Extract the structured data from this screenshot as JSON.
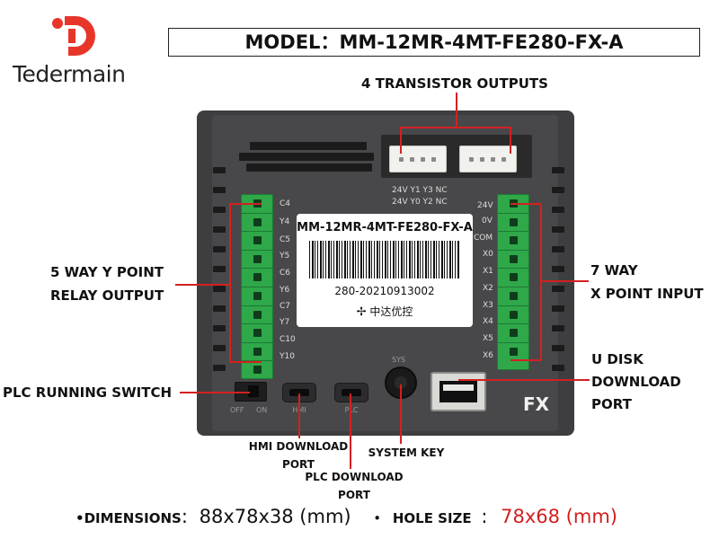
{
  "brand": {
    "name": "Tedermain",
    "color": "#e8352a"
  },
  "model_label": "MODEL：MM-12MR-4MT-FE280-FX-A",
  "callouts": {
    "transistor": "4 TRANSISTOR OUTPUTS",
    "y_relay_1": "5 WAY Y POINT",
    "y_relay_2": "RELAY OUTPUT",
    "x_input_1": "7 WAY",
    "x_input_2": "X POINT INPUT",
    "usb_disk_1": "U DISK",
    "usb_disk_2": "DOWNLOAD",
    "usb_disk_3": "PORT",
    "run_switch": "PLC RUNNING SWITCH",
    "hmi_port_1": "HMI DOWNLOAD",
    "hmi_port_2": "PORT",
    "plc_port_1": "PLC DOWNLOAD",
    "plc_port_2": "PORT",
    "system_key": "SYSTEM KEY"
  },
  "device": {
    "left_pins": [
      "C4",
      "Y4",
      "C5",
      "Y5",
      "C6",
      "Y6",
      "C7",
      "Y7",
      "C10",
      "Y10"
    ],
    "right_pins": [
      "24V",
      "0V",
      "COM",
      "X0",
      "X1",
      "X2",
      "X3",
      "X4",
      "X5",
      "X6"
    ],
    "transistor_labels": [
      "24V Y1 Y3 NC",
      "24V Y0 Y2 NC"
    ],
    "label_title": "MM-12MR-4MT-FE280-FX-A",
    "serial": "280-20210913002",
    "maker": "中达优控",
    "switch_off": "OFF",
    "switch_on": "ON",
    "hmi_label": "HMI",
    "plc_label": "PLC",
    "sys_label": "SYS",
    "fx_badge": "FX",
    "terminal_color": "#2fa84a"
  },
  "footer": {
    "dimensions_key": "•DIMENSIONS",
    "dimensions_sep": ":",
    "dimensions_value": "88x78x38 (mm)",
    "bullet": "•",
    "hole_key": "HOLE SIZE",
    "hole_sep": ":",
    "hole_value": "78x68 (mm)",
    "accent": "#d11f1f"
  }
}
